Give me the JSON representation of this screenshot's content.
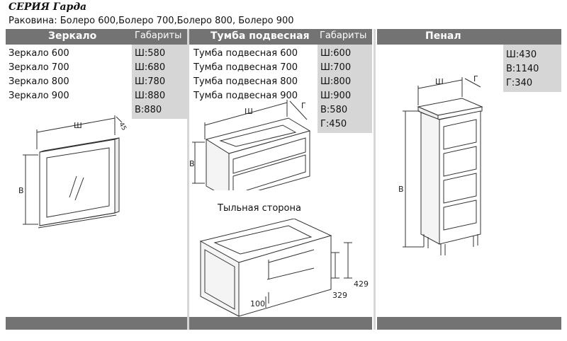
{
  "series_title": "СЕРИЯ  Гарда",
  "sink_line": "Раковина: Болеро 600,Болеро 700,Болеро 800, Болеро 900",
  "mirror": {
    "header": "Зеркало",
    "dims_header": "Габариты",
    "items": [
      "Зеркало 600",
      "Зеркало 700",
      "Зеркало 800",
      "Зеркало 900"
    ],
    "dims": [
      "Ш:580",
      "Ш:680",
      "Ш:780",
      "Ш:880",
      "В:880"
    ],
    "drawing": {
      "w": "Ш",
      "h": "В",
      "d": "45"
    }
  },
  "cabinet": {
    "header": "Тумба подвесная",
    "dims_header": "Габариты",
    "items": [
      "Тумба подвесная 600",
      "Тумба подвесная 700",
      "Тумба подвесная 800",
      "Тумба подвесная 900"
    ],
    "dims": [
      "Ш:600",
      "Ш:700",
      "Ш:800",
      "Ш:900",
      "В:580",
      "Г:450"
    ],
    "drawing": {
      "w": "Ш",
      "h": "В",
      "d": "Г"
    },
    "back_label": "Тыльная сторона",
    "back_dims": {
      "d100": "100",
      "d329": "329",
      "d429": "429"
    }
  },
  "pencil": {
    "header": "Пенал",
    "dims": [
      "Ш:430",
      "В:1140",
      "Г:340"
    ],
    "drawing": {
      "w": "Ш",
      "h": "В",
      "d": "Г"
    }
  }
}
